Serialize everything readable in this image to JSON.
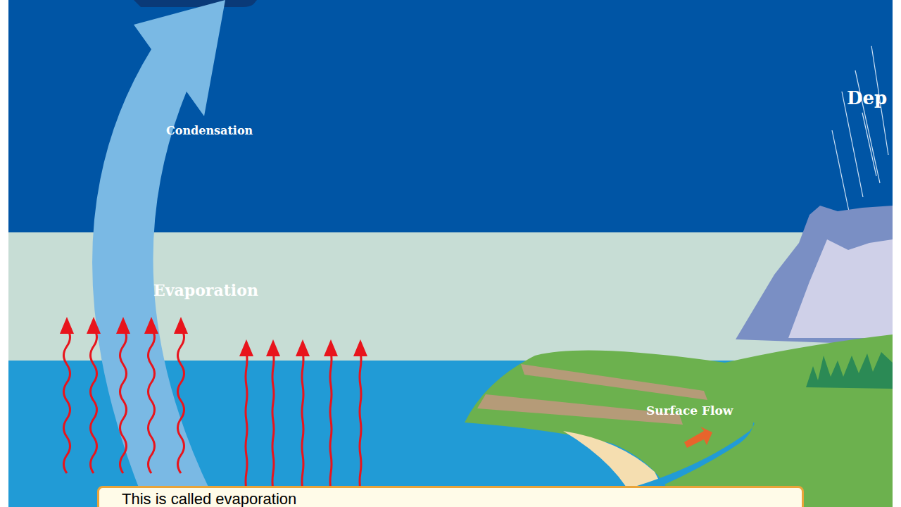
{
  "diagram": {
    "nodes": [
      {
        "text": [
          "This is called evaporation"
        ]
      }
    ],
    "labels": [
      "Condensation",
      "Evaporation",
      "Surface Flow",
      "Dep"
    ]
  }
}
